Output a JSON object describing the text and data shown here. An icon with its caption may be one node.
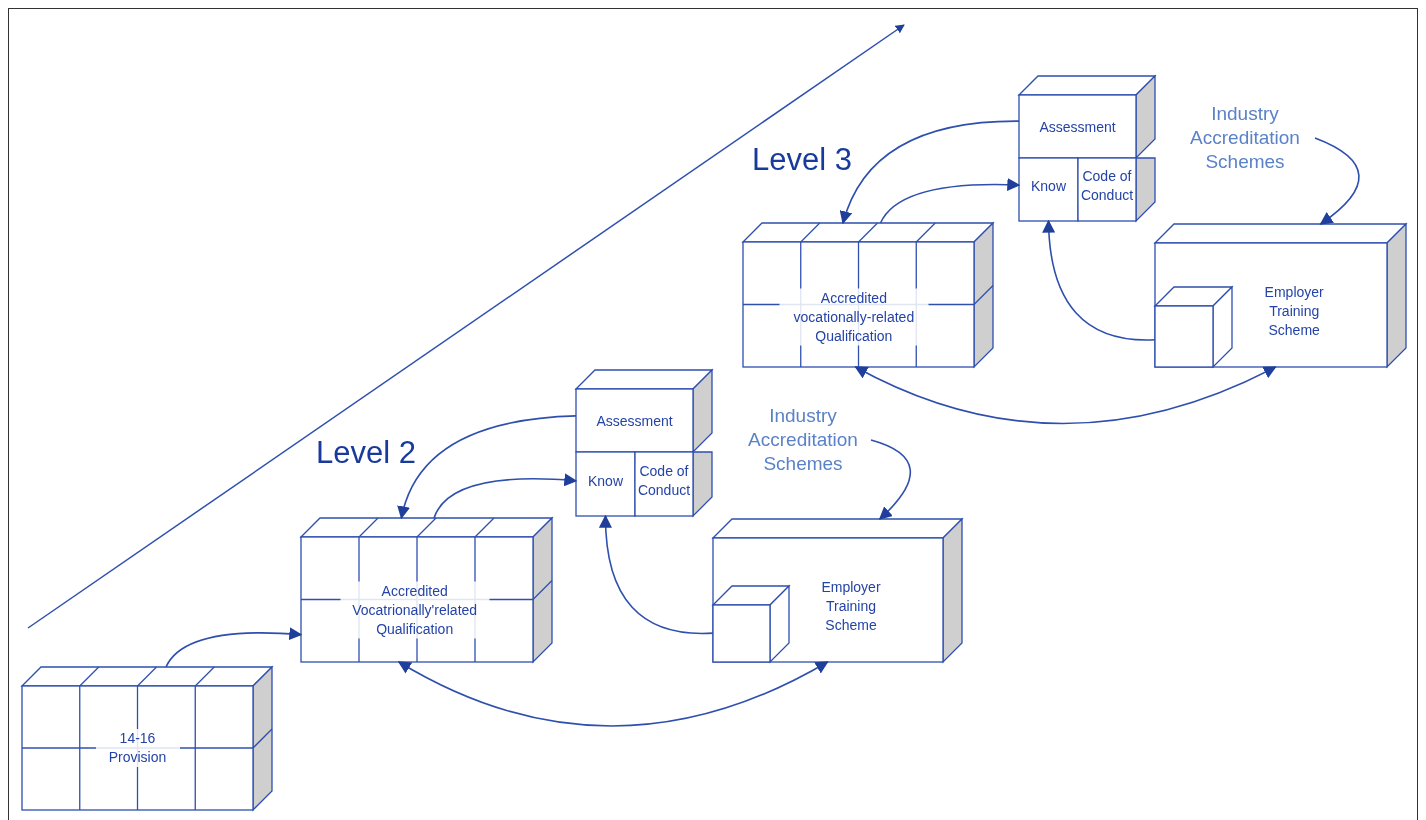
{
  "diagram": {
    "nodes": [
      {
        "text": [
          "14-16 Provision"
        ]
      },
      {
        "text": [
          "Accredited Vocatrionally'related Qualification"
        ]
      },
      {
        "text": [
          "Assessment"
        ]
      },
      {
        "text": [
          "Know"
        ]
      },
      {
        "text": [
          "Code of Conduct"
        ]
      },
      {
        "text": [
          "Industry Accreditation Schemes"
        ]
      },
      {
        "text": [
          "Employer Training Scheme"
        ]
      },
      {
        "text": [],
        "shape": "box",
        "in": 6
      },
      {
        "text": [
          "Accredited vocationally-related Qualification"
        ]
      },
      {
        "text": [
          "Assessment"
        ]
      },
      {
        "text": [
          "Know"
        ]
      },
      {
        "text": [
          "Code of Conduct"
        ]
      },
      {
        "text": [
          "Industry Accreditation Schemes"
        ]
      },
      {
        "text": [
          "Employer Training Scheme"
        ]
      },
      {
        "text": [],
        "shape": "box",
        "in": 13
      }
    ],
    "edges": [
      {
        "from": 0,
        "to": 1,
        "arrow": "to"
      },
      {
        "from": 2,
        "to": 1,
        "arrow": "to"
      },
      {
        "from": 1,
        "to": 3,
        "arrow": "to"
      },
      {
        "from": 7,
        "to": 3,
        "arrow": "to"
      },
      {
        "from": 5,
        "to": 6,
        "arrow": "to"
      },
      {
        "from": 1,
        "to": 6,
        "arrow": "both"
      },
      {
        "from": 9,
        "to": 8,
        "arrow": "to"
      },
      {
        "from": 8,
        "to": 10,
        "arrow": "to"
      },
      {
        "from": 14,
        "to": 10,
        "arrow": "to"
      },
      {
        "from": 12,
        "to": 13,
        "arrow": "to"
      },
      {
        "from": 8,
        "to": 13,
        "arrow": "both"
      }
    ],
    "labels": [
      "Level 3",
      "Level 2"
    ]
  }
}
